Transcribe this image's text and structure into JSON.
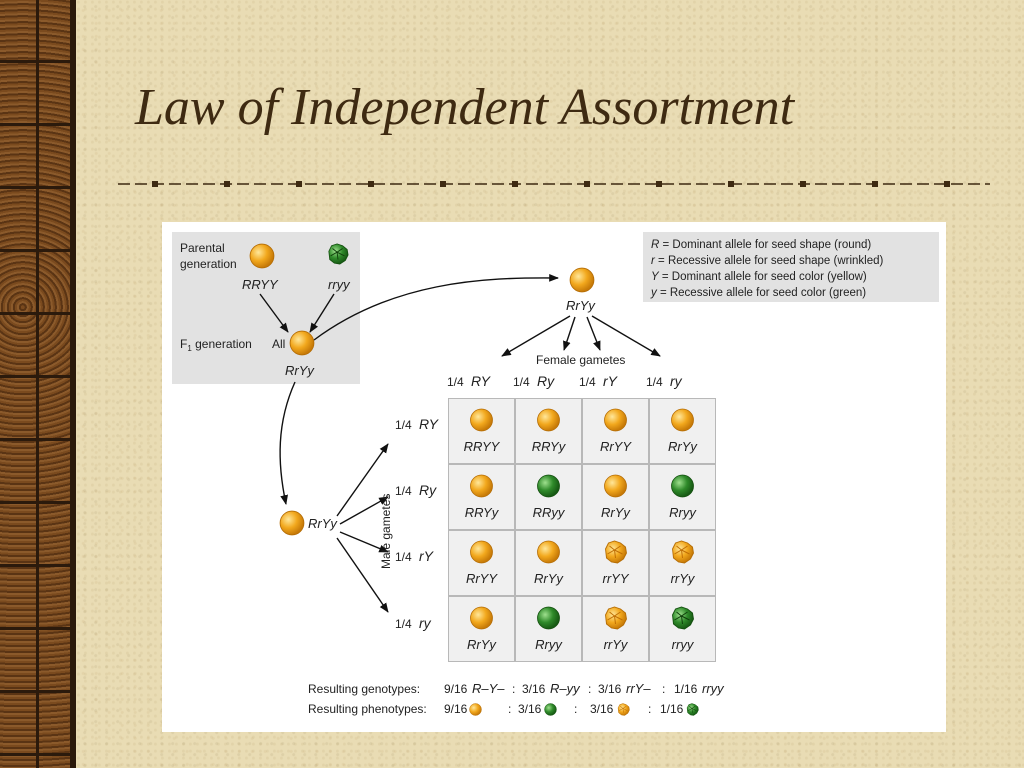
{
  "slide": {
    "title": "Law of Independent Assortment"
  },
  "diagram": {
    "parental": {
      "label_line1": "Parental",
      "label_line2": "generation",
      "genotype_yellow": "RRYY",
      "genotype_green": "rryy"
    },
    "f1": {
      "label_prefix": "F",
      "label_sub": "1",
      "label_suffix": " generation",
      "all": "All",
      "genotype": "RrYy"
    },
    "legend": [
      {
        "letter": "R",
        "text": " = Dominant allele for seed shape (round)"
      },
      {
        "letter": "r",
        "text": " = Recessive allele for seed shape (wrinkled)"
      },
      {
        "letter": "Y",
        "text": " = Dominant allele for seed color (yellow)"
      },
      {
        "letter": "y",
        "text": " = Recessive allele for seed color (green)"
      }
    ],
    "female_parent_genotype": "RrYy",
    "male_parent_genotype": "RrYy",
    "female_gametes_label": "Female gametes",
    "male_gametes_label": "Male gametes",
    "female_gametes": [
      {
        "fraction": "1/4",
        "allele": "RY"
      },
      {
        "fraction": "1/4",
        "allele": "Ry"
      },
      {
        "fraction": "1/4",
        "allele": "rY"
      },
      {
        "fraction": "1/4",
        "allele": "ry"
      }
    ],
    "male_gametes": [
      {
        "fraction": "1/4",
        "allele": "RY"
      },
      {
        "fraction": "1/4",
        "allele": "Ry"
      },
      {
        "fraction": "1/4",
        "allele": "rY"
      },
      {
        "fraction": "1/4",
        "allele": "ry"
      }
    ],
    "grid": [
      [
        {
          "g": "RRYY",
          "seed": "round-yellow"
        },
        {
          "g": "RRYy",
          "seed": "round-yellow"
        },
        {
          "g": "RrYY",
          "seed": "round-yellow"
        },
        {
          "g": "RrYy",
          "seed": "round-yellow"
        }
      ],
      [
        {
          "g": "RRYy",
          "seed": "round-yellow"
        },
        {
          "g": "RRyy",
          "seed": "round-green"
        },
        {
          "g": "RrYy",
          "seed": "round-yellow"
        },
        {
          "g": "Rryy",
          "seed": "round-green"
        }
      ],
      [
        {
          "g": "RrYY",
          "seed": "round-yellow"
        },
        {
          "g": "RrYy",
          "seed": "round-yellow"
        },
        {
          "g": "rrYY",
          "seed": "wrinkled-yellow"
        },
        {
          "g": "rrYy",
          "seed": "wrinkled-yellow"
        }
      ],
      [
        {
          "g": "RrYy",
          "seed": "round-yellow"
        },
        {
          "g": "Rryy",
          "seed": "round-green"
        },
        {
          "g": "rrYy",
          "seed": "wrinkled-yellow"
        },
        {
          "g": "rryy",
          "seed": "wrinkled-green"
        }
      ]
    ],
    "results": {
      "genotypes_label": "Resulting genotypes:",
      "genotypes": [
        {
          "frac": "9/16",
          "g": "R–Y–"
        },
        {
          "frac": "3/16",
          "g": "R–yy"
        },
        {
          "frac": "3/16",
          "g": "rrY–"
        },
        {
          "frac": "1/16",
          "g": "rryy"
        }
      ],
      "phenotypes_label": "Resulting phenotypes:",
      "phenotypes": [
        {
          "frac": "9/16",
          "seed": "round-yellow"
        },
        {
          "frac": "3/16",
          "seed": "round-green"
        },
        {
          "frac": "3/16",
          "seed": "wrinkled-yellow"
        },
        {
          "frac": "1/16",
          "seed": "wrinkled-green"
        }
      ],
      "separator": ":"
    },
    "colors": {
      "yellow": "#f2a81d",
      "green": "#2f8a2a",
      "gray_box": "#e2e2e2",
      "cell": "#f0f0f0"
    }
  }
}
